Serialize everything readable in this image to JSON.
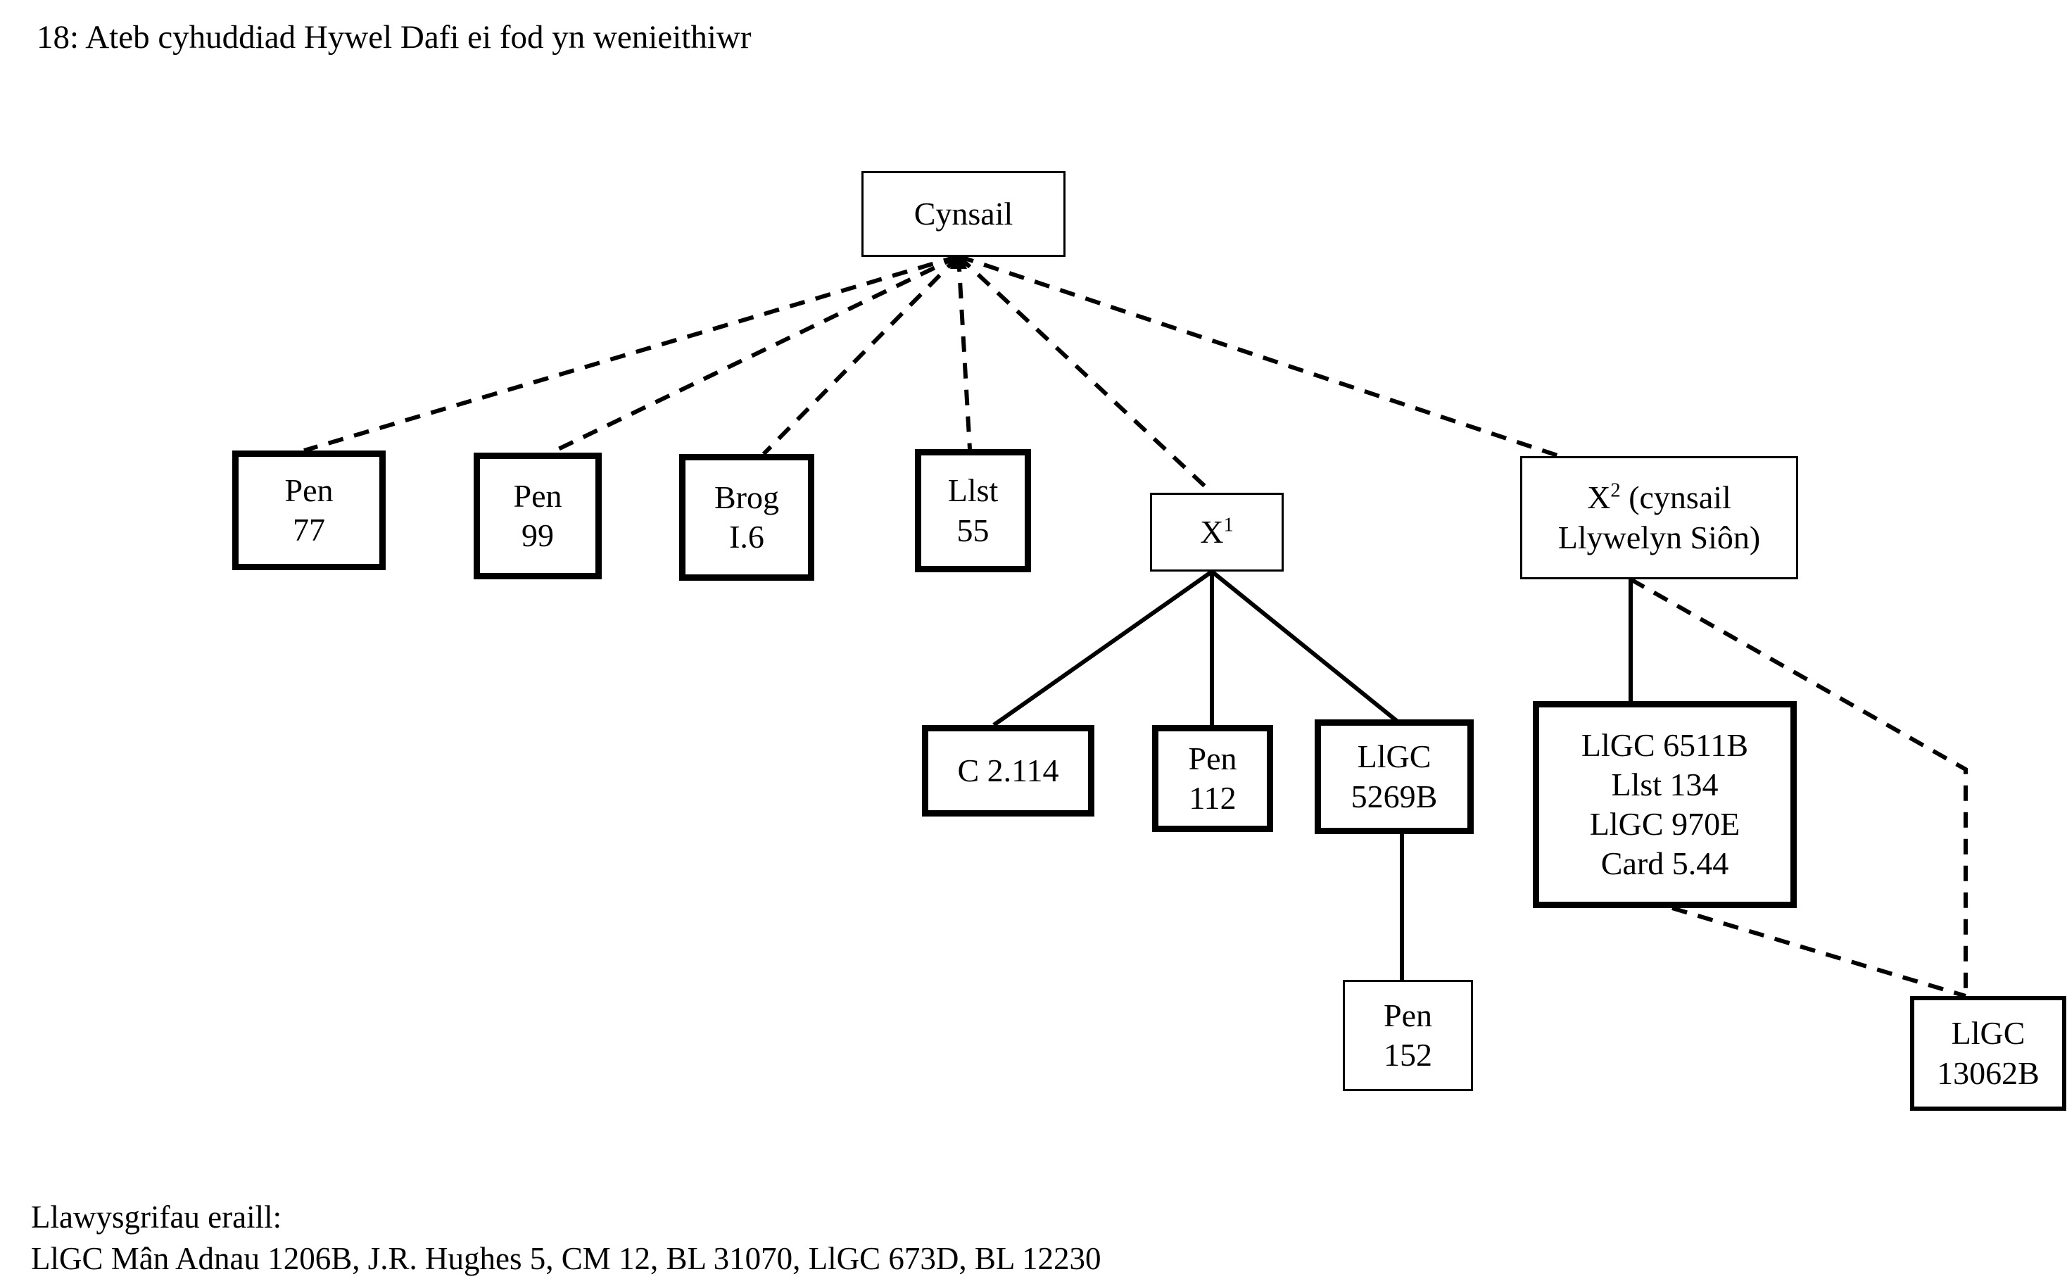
{
  "title": "18: Ateb cyhuddiad Hywel Dafi ei fod yn wenieithiwr",
  "footnote": {
    "heading": "Llawysgrifau eraill:",
    "manuscripts": "LlGC Mân Adnau 1206B, J.R. Hughes 5, CM 12, BL 31070, LlGC 673D, BL 12230"
  },
  "colors": {
    "ink": "#000000",
    "paper": "#ffffff"
  },
  "nodes": {
    "cynsail": {
      "line1": "Cynsail"
    },
    "pen77": {
      "line1": "Pen",
      "line2": "77"
    },
    "pen99": {
      "line1": "Pen",
      "line2": "99"
    },
    "brog": {
      "line1": "Brog",
      "line2": "I.6"
    },
    "llst55": {
      "line1": "Llst",
      "line2": "55"
    },
    "x1": {
      "base": "X",
      "sup": "1"
    },
    "x2": {
      "base": "X",
      "sup": "2",
      "rest": " (cynsail",
      "line2": "Llywelyn Siôn)"
    },
    "c2114": {
      "line1": "C 2.114"
    },
    "pen112": {
      "line1": "Pen",
      "line2": "112"
    },
    "llgc5269b": {
      "line1": "LlGC",
      "line2": "5269B"
    },
    "group6511": {
      "line1": "LlGC 6511B",
      "line2": "Llst 134",
      "line3": "LlGC 970E",
      "line4": "Card 5.44"
    },
    "pen152": {
      "line1": "Pen",
      "line2": "152"
    },
    "llgc13062b": {
      "line1": "LlGC",
      "line2": "13062B"
    }
  },
  "stemma": {
    "type": "tree",
    "root": "Cynsail",
    "edges": [
      {
        "from": "Cynsail",
        "to": "Pen 77",
        "style": "dashed"
      },
      {
        "from": "Cynsail",
        "to": "Pen 99",
        "style": "dashed"
      },
      {
        "from": "Cynsail",
        "to": "Brog I.6",
        "style": "dashed"
      },
      {
        "from": "Cynsail",
        "to": "Llst 55",
        "style": "dashed"
      },
      {
        "from": "Cynsail",
        "to": "X1",
        "style": "dashed"
      },
      {
        "from": "Cynsail",
        "to": "X2",
        "style": "dashed"
      },
      {
        "from": "X1",
        "to": "C 2.114",
        "style": "solid"
      },
      {
        "from": "X1",
        "to": "Pen 112",
        "style": "solid"
      },
      {
        "from": "X1",
        "to": "LlGC 5269B",
        "style": "solid"
      },
      {
        "from": "LlGC 5269B",
        "to": "Pen 152",
        "style": "solid"
      },
      {
        "from": "X2",
        "to": "LlGC 6511B group",
        "style": "solid"
      },
      {
        "from": "X2",
        "to": "LlGC 13062B",
        "style": "dashed"
      },
      {
        "from": "LlGC 6511B group",
        "to": "LlGC 13062B",
        "style": "dashed"
      }
    ]
  }
}
